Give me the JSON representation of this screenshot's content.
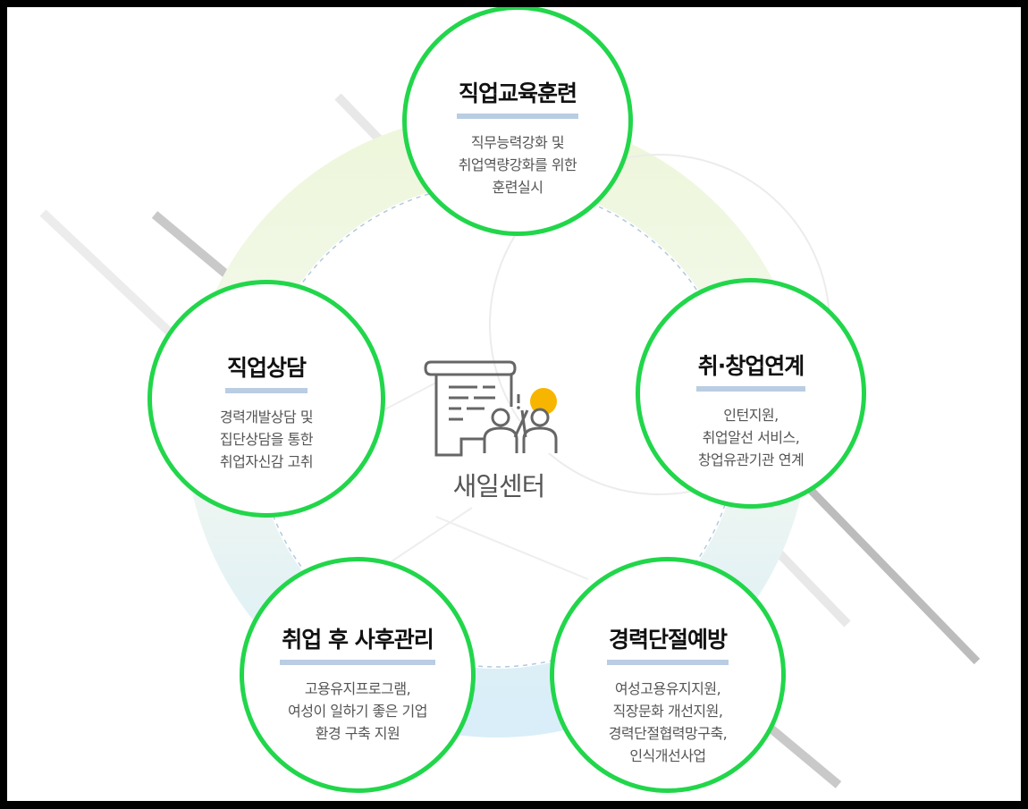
{
  "center": {
    "label": "새일센터"
  },
  "nodes": [
    {
      "title": "직업교육훈련",
      "desc": "직무능력강화 및\n취업역량강화를 위한\n훈련실시"
    },
    {
      "title": "취·창업연계",
      "desc": "인턴지원,\n취업알선 서비스,\n창업유관기관 연계"
    },
    {
      "title": "경력단절예방",
      "desc": "여성고용유지지원,\n직장문화 개선지원,\n경력단절협력망구축,\n인식개선사업"
    },
    {
      "title": "취업 후 사후관리",
      "desc": "고용유지프로그램,\n여성이 일하기 좋은 기업\n환경 구축 지원"
    },
    {
      "title": "직업상담",
      "desc": "경력개발상담 및\n집단상담을 통한\n취업자신감 고취"
    }
  ],
  "colors": {
    "circle_border": "#21d64a",
    "title_underline": "#b9cde3",
    "ring_green": "#eaf6d9",
    "ring_blue": "#d9eef8",
    "accent_dot": "#f7b500"
  }
}
